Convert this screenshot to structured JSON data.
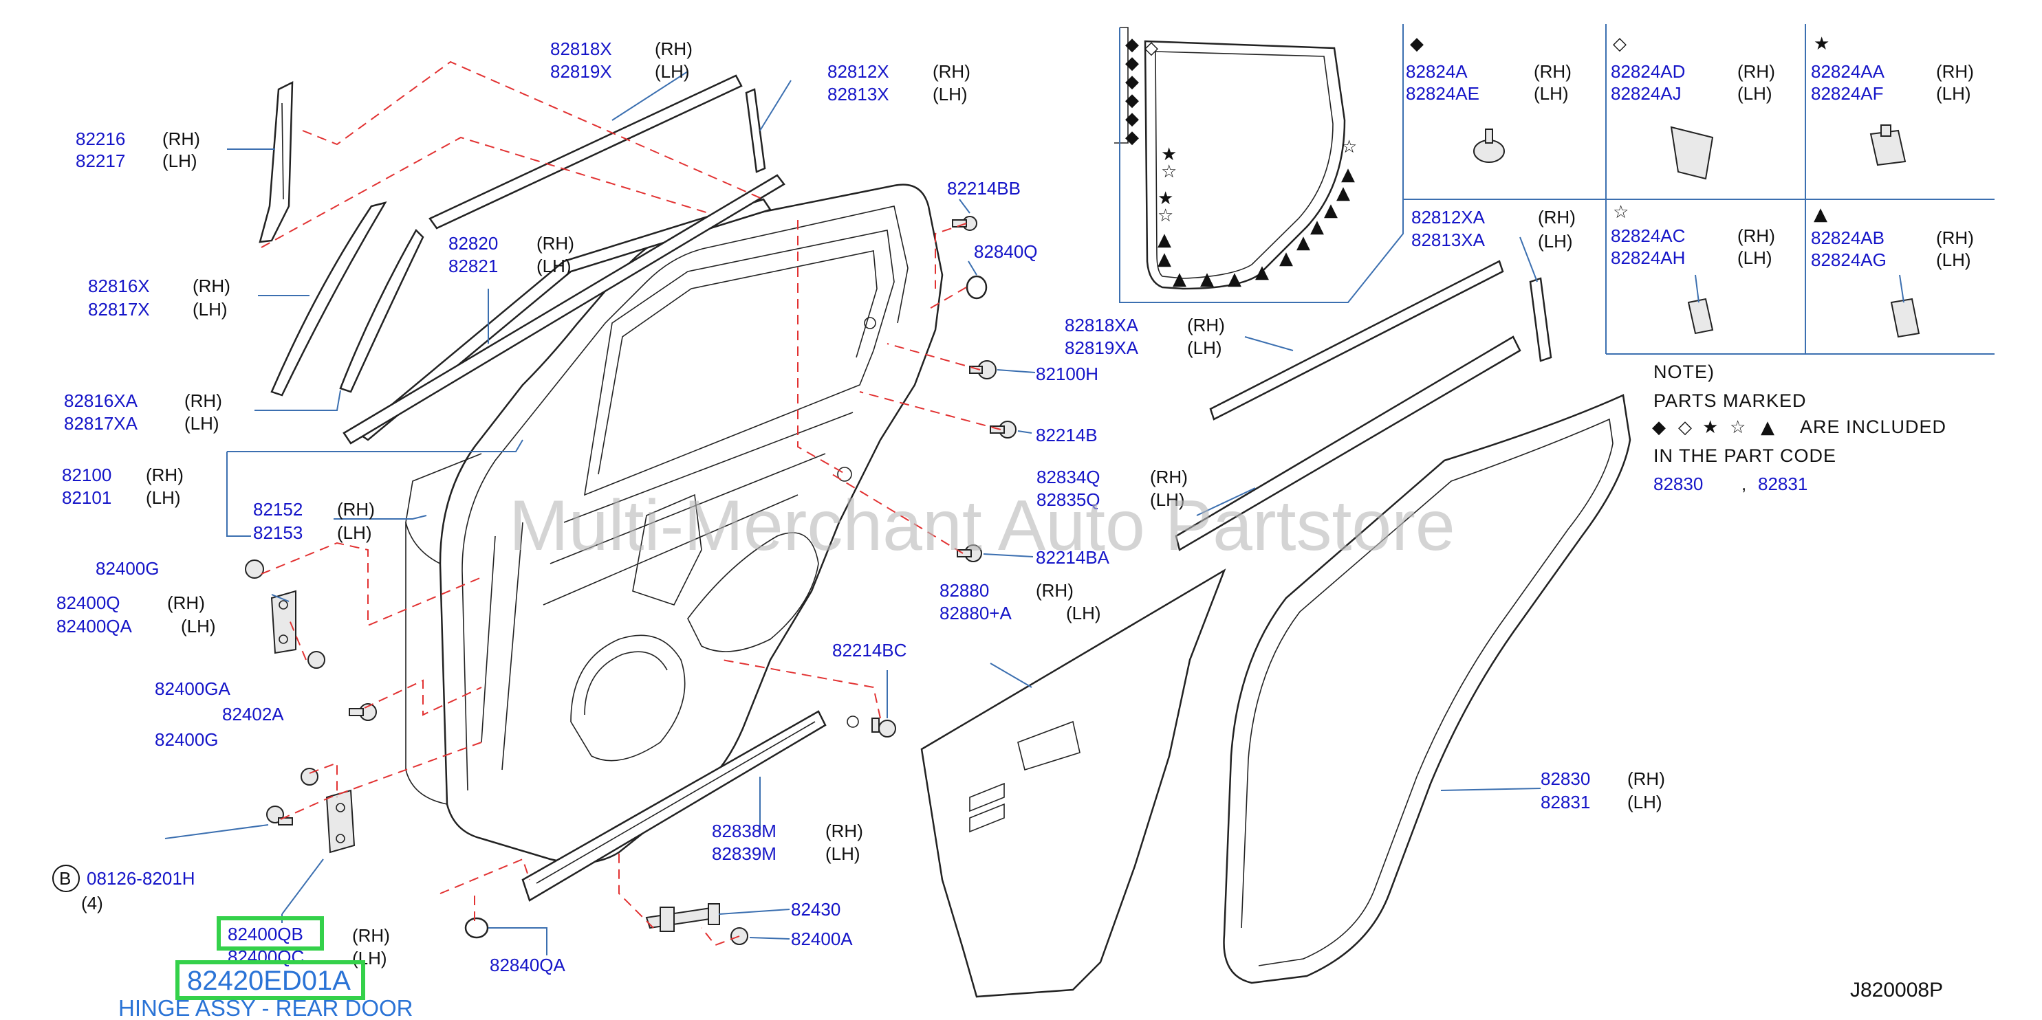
{
  "diagram_code": "J820008P",
  "watermark": "Multi-Merchant Auto Partstore",
  "highlight": {
    "part_label": "82420ED01A",
    "part_desc": "HINGE ASSY - REAR DOOR",
    "color": "#34d14a"
  },
  "note": {
    "line1": "NOTE)",
    "line2": "PARTS   MARKED",
    "line3_suffix": "ARE   INCLUDED",
    "line4": "IN   THE   PART   CODE",
    "code_a": "82830",
    "sep": ",",
    "code_b": "82831"
  },
  "symbols": {
    "diamond_filled": "◆",
    "diamond_open": "◇",
    "star_filled": "★",
    "star_open": "☆",
    "triangle_filled": "▲"
  },
  "callouts": [
    {
      "id": "c-82216",
      "num": "82216",
      "side": "(RH)"
    },
    {
      "id": "c-82217",
      "num": "82217",
      "side": "(LH)"
    },
    {
      "id": "c-82818x",
      "num": "82818X",
      "side": "(RH)"
    },
    {
      "id": "c-82819x",
      "num": "82819X",
      "side": "(LH)"
    },
    {
      "id": "c-82812x",
      "num": "82812X",
      "side": "(RH)"
    },
    {
      "id": "c-82813x",
      "num": "82813X",
      "side": "(LH)"
    },
    {
      "id": "c-82816x",
      "num": "82816X",
      "side": "(RH)"
    },
    {
      "id": "c-82817x",
      "num": "82817X",
      "side": "(LH)"
    },
    {
      "id": "c-82820",
      "num": "82820",
      "side": "(RH)"
    },
    {
      "id": "c-82821",
      "num": "82821",
      "side": "(LH)"
    },
    {
      "id": "c-82816xa",
      "num": "82816XA",
      "side": "(RH)"
    },
    {
      "id": "c-82817xa",
      "num": "82817XA",
      "side": "(LH)"
    },
    {
      "id": "c-82100",
      "num": "82100",
      "side": "(RH)"
    },
    {
      "id": "c-82101",
      "num": "82101",
      "side": "(LH)"
    },
    {
      "id": "c-82152",
      "num": "82152",
      "side": "(RH)"
    },
    {
      "id": "c-82153",
      "num": "82153",
      "side": "(LH)"
    },
    {
      "id": "c-82400g-top",
      "num": "82400G",
      "side": ""
    },
    {
      "id": "c-82400q",
      "num": "82400Q",
      "side": "(RH)"
    },
    {
      "id": "c-82400qa",
      "num": "82400QA",
      "side": "(LH)"
    },
    {
      "id": "c-82400ga",
      "num": "82400GA",
      "side": ""
    },
    {
      "id": "c-82402a",
      "num": "82402A",
      "side": ""
    },
    {
      "id": "c-82400g-bot",
      "num": "82400G",
      "side": ""
    },
    {
      "id": "c-08126",
      "num": "08126-8201H",
      "side": ""
    },
    {
      "id": "c-08126-qty",
      "num": "",
      "side": "(4)"
    },
    {
      "id": "c-82400qb",
      "num": "82400QB",
      "side": "(RH)"
    },
    {
      "id": "c-82400qc",
      "num": "82400QC",
      "side": "(LH)"
    },
    {
      "id": "c-82214bb",
      "num": "82214BB",
      "side": ""
    },
    {
      "id": "c-82840q",
      "num": "82840Q",
      "side": ""
    },
    {
      "id": "c-82100h",
      "num": "82100H",
      "side": ""
    },
    {
      "id": "c-82214b",
      "num": "82214B",
      "side": ""
    },
    {
      "id": "c-82214ba",
      "num": "82214BA",
      "side": ""
    },
    {
      "id": "c-82214bc",
      "num": "82214BC",
      "side": ""
    },
    {
      "id": "c-82838m",
      "num": "82838M",
      "side": "(RH)"
    },
    {
      "id": "c-82839m",
      "num": "82839M",
      "side": "(LH)"
    },
    {
      "id": "c-82430",
      "num": "82430",
      "side": ""
    },
    {
      "id": "c-82400a",
      "num": "82400A",
      "side": ""
    },
    {
      "id": "c-82840qa",
      "num": "82840QA",
      "side": ""
    },
    {
      "id": "c-82880",
      "num": "82880",
      "side": "(RH)"
    },
    {
      "id": "c-82880a",
      "num": "82880+A",
      "side": "(LH)"
    },
    {
      "id": "c-82818xa",
      "num": "82818XA",
      "side": "(RH)"
    },
    {
      "id": "c-82819xa",
      "num": "82819XA",
      "side": "(LH)"
    },
    {
      "id": "c-82834q",
      "num": "82834Q",
      "side": "(RH)"
    },
    {
      "id": "c-82835q",
      "num": "82835Q",
      "side": "(LH)"
    },
    {
      "id": "c-82812xa",
      "num": "82812XA",
      "side": "(RH)"
    },
    {
      "id": "c-82813xa",
      "num": "82813XA",
      "side": "(LH)"
    },
    {
      "id": "c-82830",
      "num": "82830",
      "side": "(RH)"
    },
    {
      "id": "c-82831",
      "num": "82831",
      "side": "(LH)"
    },
    {
      "id": "c-82824a",
      "num": "82824A",
      "side": "(RH)"
    },
    {
      "id": "c-82824ae",
      "num": "82824AE",
      "side": "(LH)"
    },
    {
      "id": "c-82824ad",
      "num": "82824AD",
      "side": "(RH)"
    },
    {
      "id": "c-82824aj",
      "num": "82824AJ",
      "side": "(LH)"
    },
    {
      "id": "c-82824aa",
      "num": "82824AA",
      "side": "(RH)"
    },
    {
      "id": "c-82824af",
      "num": "82824AF",
      "side": "(LH)"
    },
    {
      "id": "c-82824ac",
      "num": "82824AC",
      "side": "(RH)"
    },
    {
      "id": "c-82824ah",
      "num": "82824AH",
      "side": "(LH)"
    },
    {
      "id": "c-82824ab",
      "num": "82824AB",
      "side": "(RH)"
    },
    {
      "id": "c-82824ag",
      "num": "82824AG",
      "side": "(LH)"
    }
  ],
  "bolt_circle_letter": "B"
}
